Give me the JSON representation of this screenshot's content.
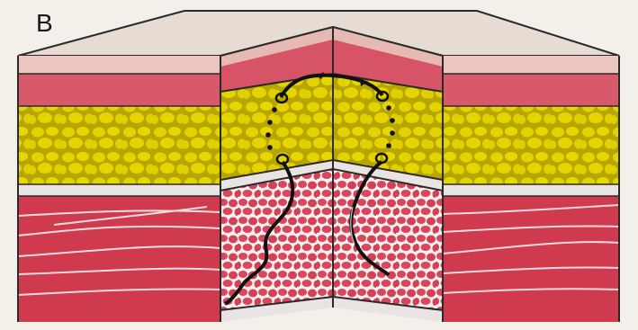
{
  "panel": {
    "label": "B"
  },
  "colors": {
    "background": "#f3f0ea",
    "skin_top": "#e8c7c0",
    "dermis": "#d75a68",
    "dermis_dark": "#c84558",
    "fat": "#c9b400",
    "fat_cell": "#e6d400",
    "fascia": "#e4dede",
    "muscle": "#d0394e",
    "muscle_fiber": "#f2d6d8",
    "suture": "#111111"
  },
  "icons": [
    "suture-thread",
    "needle-entry-loop"
  ]
}
